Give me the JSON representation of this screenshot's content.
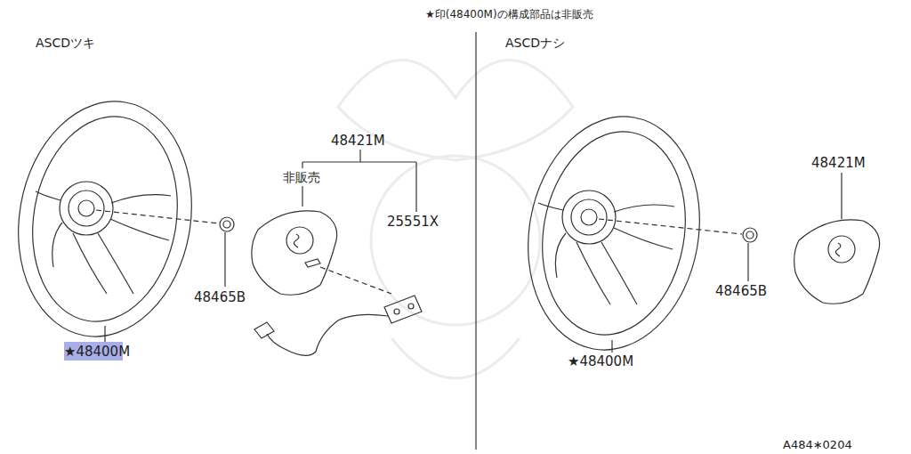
{
  "diagram": {
    "labels": [
      "★印(48400M)の構成部品は非販売",
      "ASCDツキ",
      "ASCDナシ",
      "48421M",
      "非販売",
      "25551X",
      "48465B",
      "★48400M",
      "★48400M",
      "48465B",
      "48421M",
      "A484∗0204"
    ]
  }
}
